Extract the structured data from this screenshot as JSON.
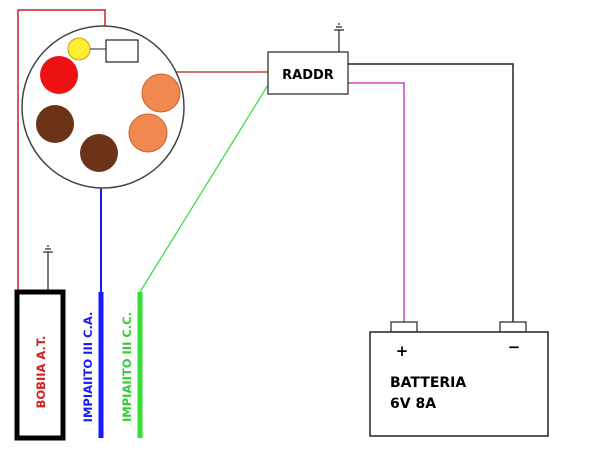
{
  "labels": {
    "rectifier": "RADDR",
    "coil": "BOBIIA A.T.",
    "ac_system": "IMPIAIITO III C.A.",
    "dc_system": "IMPIAIITO III C.C.",
    "battery_title": "BATTERIA",
    "battery_spec": "6V 8A",
    "battery_plus": "+",
    "battery_minus": "−"
  },
  "colors": {
    "ac_wire": "#1a1aff",
    "dc_wire": "#33dd33",
    "coil_wire": "#cc2222",
    "battery_wire": "#cc44cc",
    "ground_wire": "#222222",
    "coil_text": "#d42020",
    "ac_text": "#1a1aff",
    "dc_text": "#33cc33",
    "red_terminal": "#ee1111",
    "yellow_terminal": "#ffee33",
    "orange_terminal": "#f08850",
    "brown_terminal": "#6b3318"
  }
}
